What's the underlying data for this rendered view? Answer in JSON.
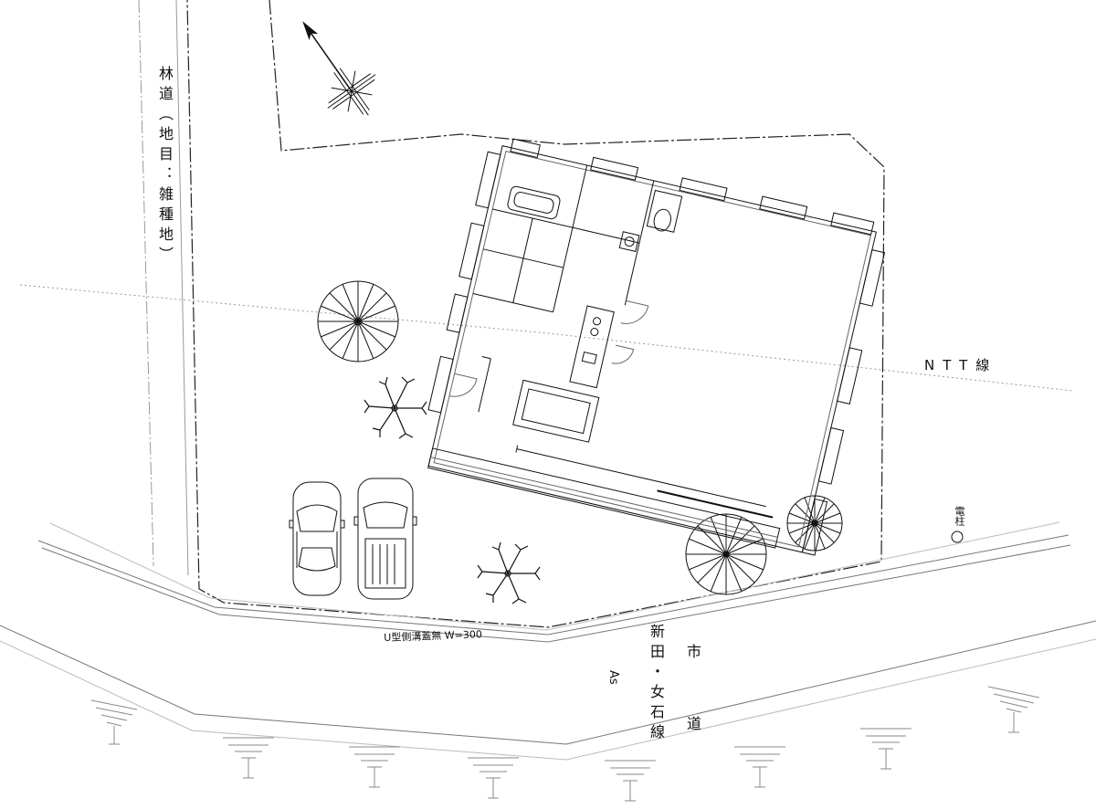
{
  "labels": {
    "forest_road": "林道（地目：雑種地）",
    "ntt_line": "NTT線",
    "utility_pole": "電柱",
    "gutter": "U型側溝蓋無 W=300",
    "city_road_1": "市 道",
    "city_road_2": "新田・女石線",
    "asphalt": "As"
  }
}
